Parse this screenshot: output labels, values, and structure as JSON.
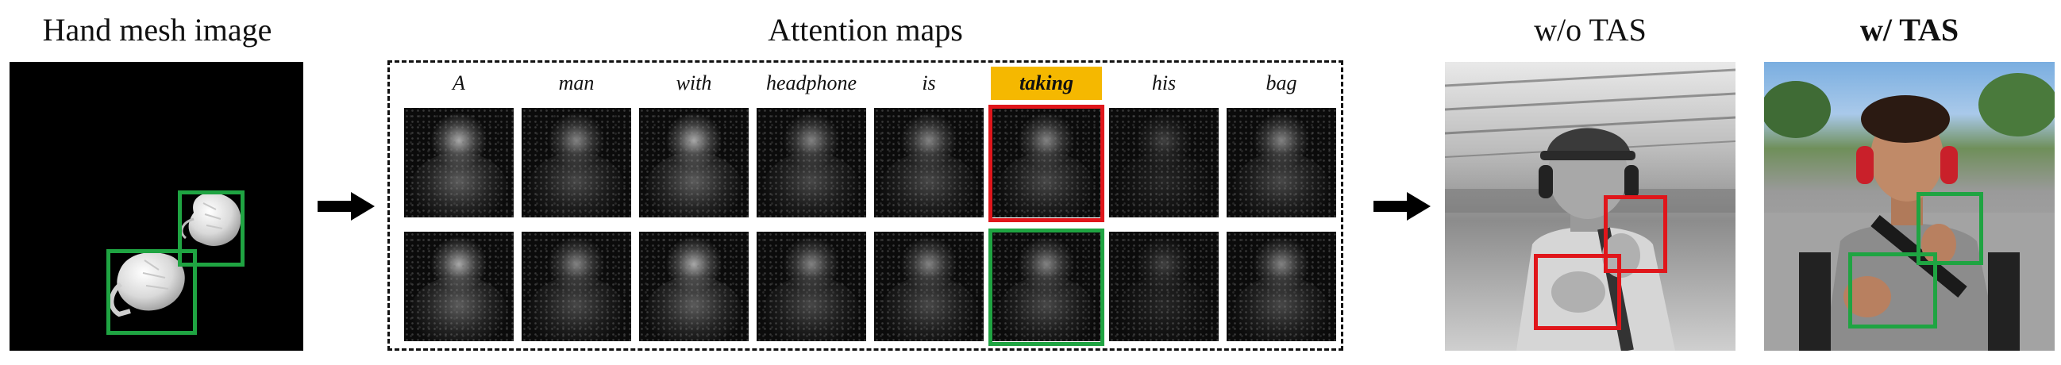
{
  "headings": {
    "hand_mesh": "Hand mesh image",
    "attention": "Attention maps",
    "without_tas": "w/o TAS",
    "with_tas": "w/ TAS"
  },
  "tokens": [
    "A",
    "man",
    "with",
    "headphone",
    "is",
    "taking",
    "his",
    "bag"
  ],
  "highlighted_token": "taking",
  "colors": {
    "highlight": "#f5b800",
    "green_box": "#1fa442",
    "red_box": "#e0161b",
    "background": "#ffffff",
    "mesh_background": "#000000"
  },
  "icons": {
    "arrow_1": "right-arrow-icon",
    "arrow_2": "right-arrow-icon"
  }
}
